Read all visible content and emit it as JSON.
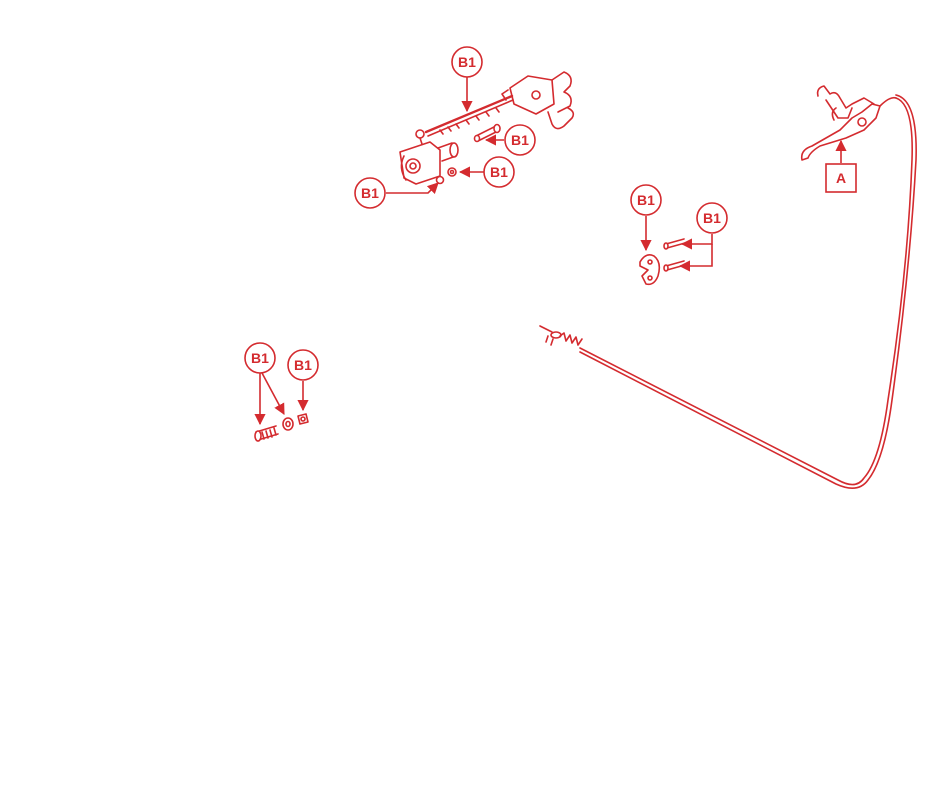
{
  "colors": {
    "line": "#d42b2f",
    "background": "#ffffff"
  },
  "callouts": {
    "b1_top": "B1",
    "b1_pin": "B1",
    "b1_nut": "B1",
    "b1_left": "B1",
    "b1_clamp": "B1",
    "b1_screws": "B1",
    "b1_bolt": "B1",
    "b1_bolt_nut": "B1"
  },
  "box_label": "A"
}
